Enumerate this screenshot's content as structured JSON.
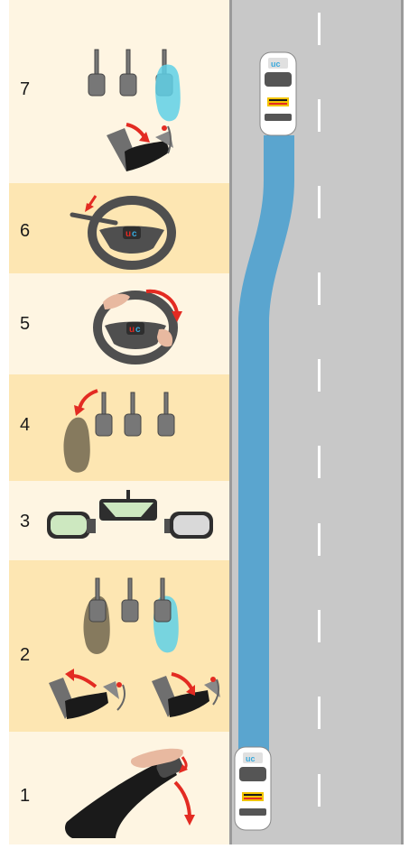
{
  "colors": {
    "panel_light": "#fef5e2",
    "panel_dark": "#fde6b2",
    "road": "#c8c8c8",
    "road_edge": "#9a9a9a",
    "path": "#5aa5cf",
    "arrow": "#e32b22",
    "pedal": "#777777",
    "foot_brown": "#867a5e",
    "foot_blue": "#5fd0e6",
    "wheel": "#4f4f4f"
  },
  "steps": [
    {
      "number": "7",
      "icon": "pedals-accelerate-icon"
    },
    {
      "number": "6",
      "icon": "indicator-stalk-icon"
    },
    {
      "number": "5",
      "icon": "steering-wheel-turn-icon"
    },
    {
      "number": "4",
      "icon": "foot-off-clutch-icon"
    },
    {
      "number": "3",
      "icon": "mirrors-check-icon"
    },
    {
      "number": "2",
      "icon": "clutch-and-accelerator-icon"
    },
    {
      "number": "1",
      "icon": "handbrake-release-icon"
    }
  ]
}
